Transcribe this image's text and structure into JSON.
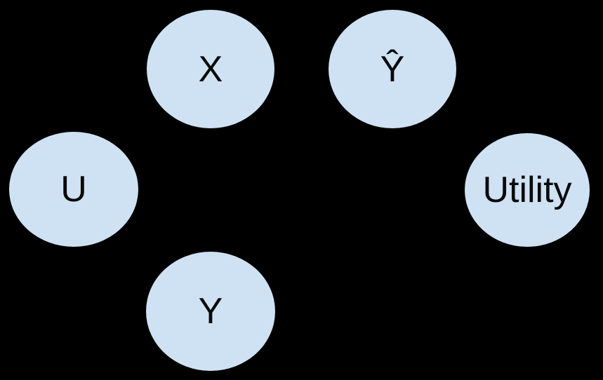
{
  "diagram": {
    "description": "Causal graph style diagram: five ellipse nodes on a black background; no edges are visible",
    "background_color": "#000000",
    "node_fill_color": "#cfe2f3",
    "node_text_color": "#0a0a0a",
    "nodes": [
      {
        "id": "X",
        "label": "X"
      },
      {
        "id": "Y-hat",
        "label": "Ŷ"
      },
      {
        "id": "U",
        "label": "U"
      },
      {
        "id": "Y",
        "label": "Y"
      },
      {
        "id": "Utility",
        "label": "Utility"
      }
    ]
  }
}
